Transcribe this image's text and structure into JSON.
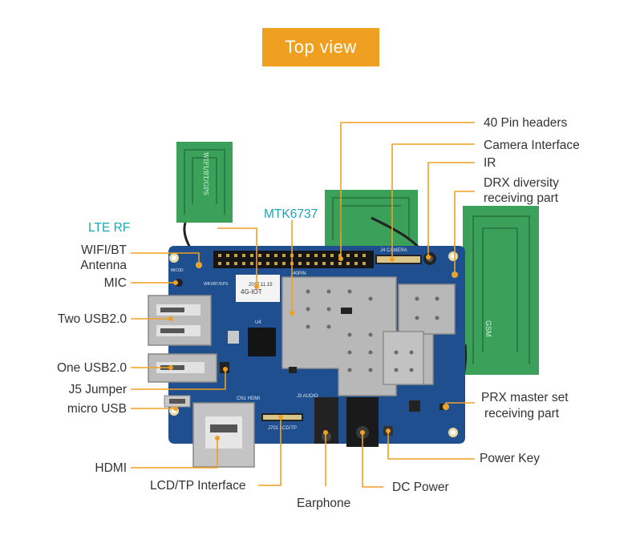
{
  "title": "Top view",
  "board": {
    "silkscreen": {
      "mic": "MIC0D",
      "wifi_bt_gps": "WIFI/BT/GPS",
      "pin40": "40PIN",
      "camera": "J4  CAMERA",
      "audio": "J3  AUDIO",
      "hdmi": "CN1 HDMI",
      "lcd_tp": "J701 LCD/TP",
      "u4": "U4",
      "board_name": "4G-IOT",
      "board_date": "2017.11.15",
      "antenna_left": "WIFI/BT/GPS",
      "antenna_right": "GSM"
    }
  },
  "labels": {
    "lte_rf": "LTE RF",
    "mtk": "MTK6737",
    "wifi_bt_antenna": [
      "WIFI/BT",
      "Antenna"
    ],
    "mic": "MIC",
    "two_usb": "Two USB2.0",
    "one_usb": "One USB2.0",
    "j5_jumper": "J5 Jumper",
    "micro_usb": "micro USB",
    "hdmi": "HDMI",
    "lcd_tp": "LCD/TP  Interface",
    "earphone": "Earphone",
    "dc_power": "DC  Power",
    "power_key": "Power Key",
    "prx": [
      "PRX master set",
      "receiving part"
    ],
    "drx": [
      "DRX diversity",
      "receiving part"
    ],
    "ir": "IR",
    "camera": "Camera Interface",
    "pin_headers": "40 Pin headers"
  },
  "colors": {
    "accent": "#f0a020",
    "teal": "#1aa6b7",
    "pcb": "#1f4f8f",
    "antenna": "#3aa05a"
  }
}
